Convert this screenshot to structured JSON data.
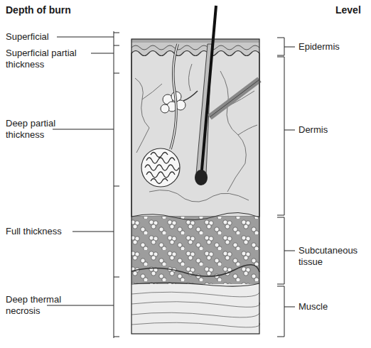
{
  "diagram": {
    "labels": [
      "Depth of burn",
      "Level",
      "Superficial",
      "Superficial partial thickness",
      "Deep partial thickness",
      "Full thickness",
      "Deep thermal necrosis",
      "Epidermis",
      "Dermis",
      "Subcutaneous tissue",
      "Muscle"
    ]
  }
}
